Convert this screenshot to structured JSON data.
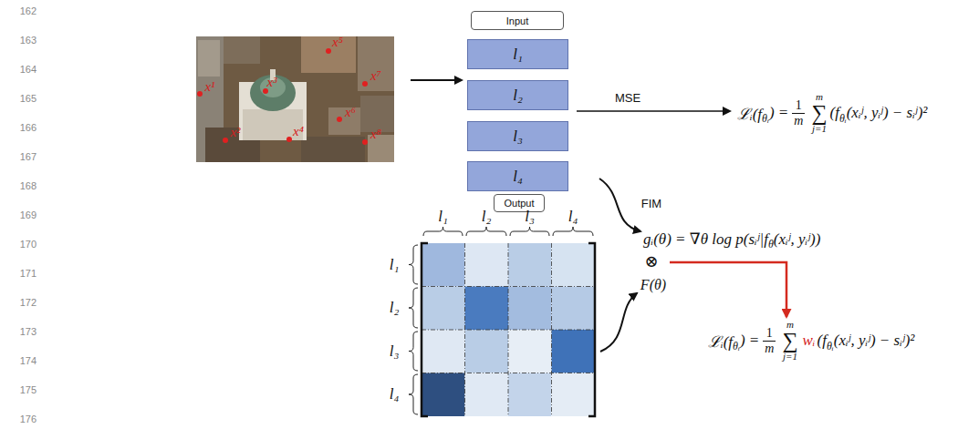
{
  "diagram": {
    "nodes": [
      {
        "text": [
          "Input"
        ]
      },
      {
        "text": [
          "l₁"
        ]
      },
      {
        "text": [
          "l₂"
        ]
      },
      {
        "text": [
          "l₃"
        ]
      },
      {
        "text": [
          "l₄"
        ]
      },
      {
        "text": [
          "Output"
        ]
      }
    ],
    "labels": [
      "162",
      "163",
      "164",
      "165",
      "166",
      "167",
      "168",
      "169",
      "170",
      "171",
      "172",
      "173",
      "174",
      "175",
      "176",
      "x¹",
      "x²",
      "x³",
      "x⁴",
      "x⁵",
      "x⁶",
      "x⁷",
      "x⁸",
      "MSE",
      "ℒᵢ(f",
      "θᵢ",
      ") =",
      "1",
      "m",
      "m",
      "∑",
      "j=1",
      "(f",
      "θᵢ",
      "(xᵢʲ, yᵢʲ) − sᵢʲ)²",
      "FIM",
      "gᵢ(θ) = ∇θ log p(sᵢʲ|f",
      "θ",
      "(xᵢʲ, yᵢʲ))",
      "⊗",
      "F(θ)",
      "ℒᵢ(f",
      "θᵢ",
      ") =",
      "1",
      "m",
      "m",
      "∑",
      "j=1",
      "wᵢ",
      "(f",
      "θᵢ",
      "(xᵢʲ, yᵢʲ) − sᵢʲ)²",
      "l₁",
      "l₂",
      "l₃",
      "l₄",
      "l₁",
      "l₂",
      "l₃",
      "l₄"
    ]
  }
}
